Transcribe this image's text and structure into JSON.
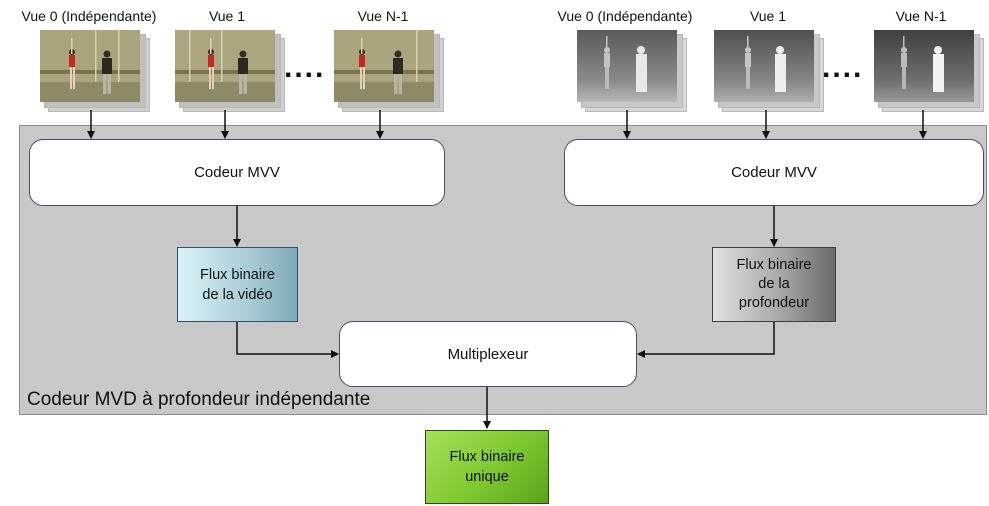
{
  "texture_views": {
    "labels": [
      "Vue 0 (Indépendante)",
      "Vue 1",
      "Vue N-1"
    ],
    "ellipsis": "...."
  },
  "depth_views": {
    "labels": [
      "Vue 0 (Indépendante)",
      "Vue 1",
      "Vue N-1"
    ],
    "ellipsis": "...."
  },
  "encoder_panel": {
    "label": "Codeur MVD à profondeur indépendante"
  },
  "boxes": {
    "mvv_left": "Codeur MVV",
    "mvv_right": "Codeur MVV",
    "video_bitstream": [
      "Flux binaire",
      "de la vidéo"
    ],
    "depth_bitstream": [
      "Flux binaire",
      "de la",
      "profondeur"
    ],
    "multiplexer": "Multiplexeur",
    "output_bitstream": [
      "Flux binaire",
      "unique"
    ]
  },
  "colors": {
    "panel": "#c8c8c8",
    "video_box_gradient": [
      "#d9f1f7",
      "#7fa9b5"
    ],
    "depth_box_gradient": [
      "#d6d6d6",
      "#6a6a6a"
    ],
    "output_box": "#7ec82f"
  }
}
